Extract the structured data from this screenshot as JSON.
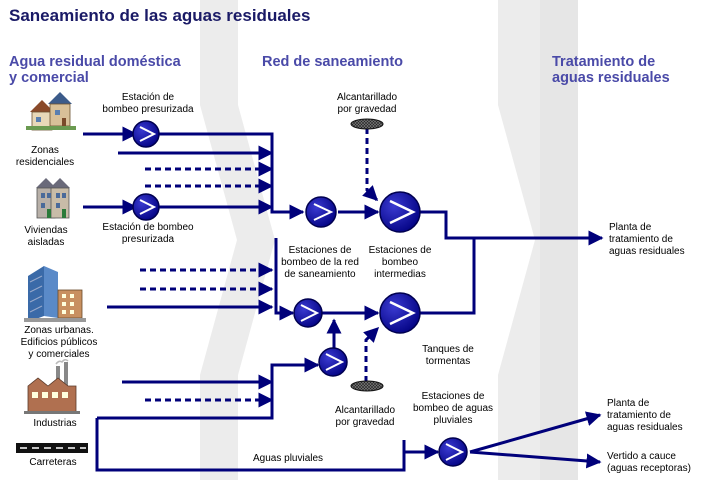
{
  "title": "Saneamiento de las aguas residuales",
  "sections": {
    "left": "Agua residual doméstica\ny comercial",
    "middle": "Red de saneamiento",
    "right": "Tratamiento de\naguas residuales"
  },
  "labels": {
    "estacion_presurizada_top": "Estación de\nbombeo presurizada",
    "zonas_residenciales": "Zonas\nresidenciales",
    "alcantarillado_top": "Alcantarillado\npor gravedad",
    "viviendas_aisladas": "Viviendas\naisladas",
    "estacion_presurizada_mid": "Estación de bombeo\npresurizada",
    "estaciones_red": "Estaciones de\nbombeo de la red\nde saneamiento",
    "estaciones_intermedias": "Estaciones de\nbombeo\nintermedias",
    "planta_1": "Planta de\ntratamiento de\naguas residuales",
    "zonas_urbanas": "Zonas urbanas.\nEdificios públicos\ny comerciales",
    "tanques": "Tanques de\ntormentas",
    "industrias": "Industrias",
    "alcantarillado_bottom": "Alcantarillado\npor gravedad",
    "estaciones_pluviales": "Estaciones de\nbombeo de aguas\npluviales",
    "planta_2": "Planta de\ntratamiento de\naguas residuales",
    "carreteras": "Carreteras",
    "aguas_pluviales": "Aguas pluviales",
    "vertido": "Vertido a cauce\n(aguas receptoras)"
  },
  "icons": [
    "houses-icon",
    "townhouses-icon",
    "buildings-icon",
    "factory-icon",
    "road-icon",
    "pump-icon",
    "manhole-icon"
  ],
  "colors": {
    "flow": "#00007a",
    "pump_fill": "#000090",
    "title": "#1a1a66",
    "section": "#4a4aa8",
    "band": "#e9e9e9"
  }
}
